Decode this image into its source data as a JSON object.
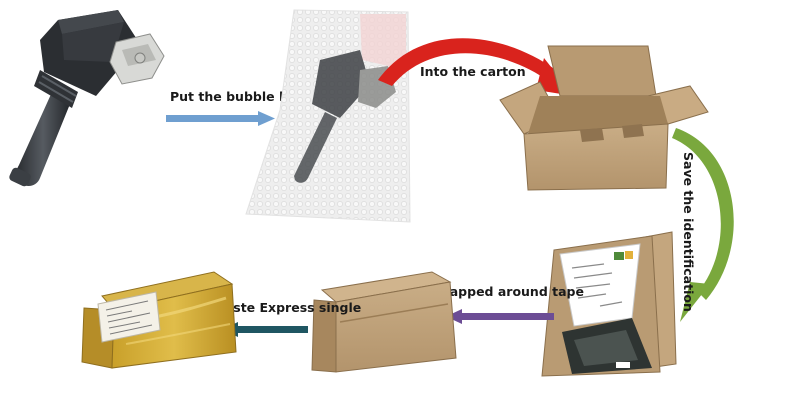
{
  "steps": {
    "bubble_bag": "Put the bubble bag",
    "carton": "Into the carton",
    "identification": "Save the identification",
    "tape": "Wrapped around tape",
    "express": "Paste Express single"
  },
  "colors": {
    "arrow_bubble": "#6f9fd0",
    "arrow_carton": "#d9231d",
    "arrow_identification": "#7aa83d",
    "arrow_tape": "#6c4d95",
    "arrow_express": "#1f5662",
    "carton": "#c2a47d",
    "tape": "#d9b032"
  },
  "icons": {
    "ignition_coil": "ignition-coil-icon",
    "bubble_bag": "bubble-bag-icon",
    "open_carton": "open-carton-icon",
    "carton_with_part": "carton-with-part-icon",
    "sealed_carton": "sealed-carton-icon",
    "taped_carton": "taped-carton-icon"
  }
}
